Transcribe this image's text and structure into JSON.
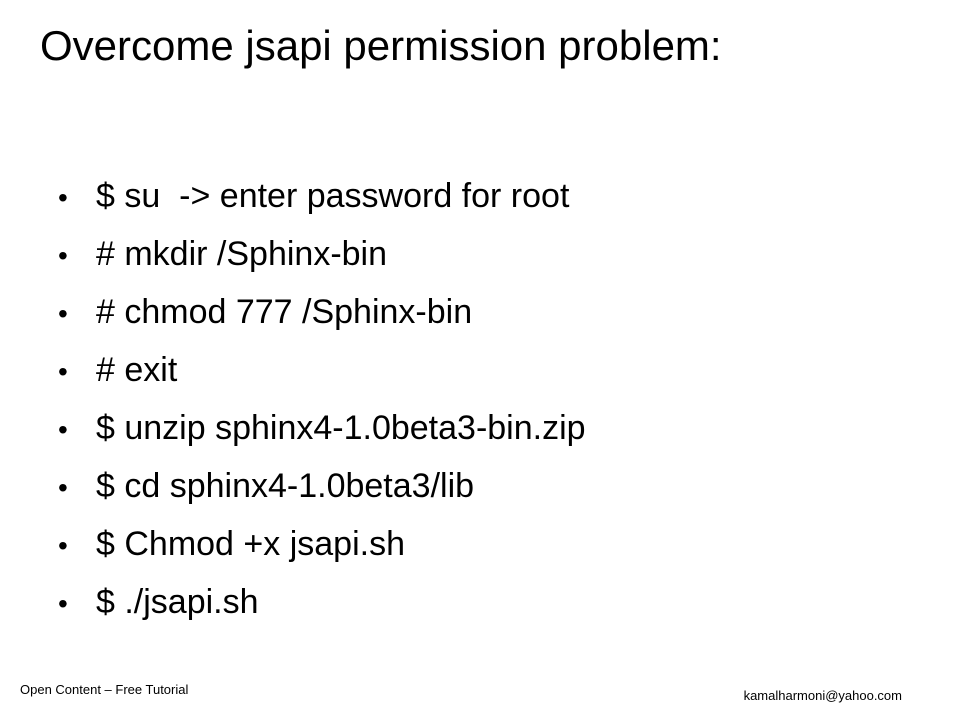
{
  "slide": {
    "title": "Overcome jsapi permission problem:",
    "bullet_glyph": "•",
    "bullets": [
      "$ su  -> enter password for root",
      "# mkdir /Sphinx-bin",
      "# chmod 777 /Sphinx-bin",
      "# exit",
      "$ unzip sphinx4-1.0beta3-bin.zip",
      "$ cd sphinx4-1.0beta3/lib",
      "$ Chmod +x jsapi.sh",
      "$ ./jsapi.sh"
    ]
  },
  "footer": {
    "left": "Open Content – Free Tutorial",
    "right": "kamalharmoni@yahoo.com"
  }
}
